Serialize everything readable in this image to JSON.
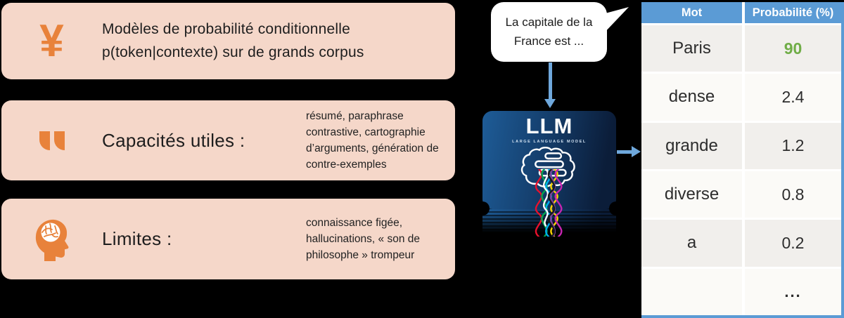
{
  "cards": [
    {
      "line1": "Modèles de probabilité conditionnelle",
      "line2": "p(token|contexte) sur de grands corpus",
      "icon": "yen-icon"
    },
    {
      "title": "Capacités utiles :",
      "detail": "résumé, paraphrase contrastive, cartographie d’arguments, génération de contre-exemples",
      "icon": "quote-icon"
    },
    {
      "title": "Limites :",
      "detail": "connaissance figée, hallucinations, « son de philosophe » trompeur",
      "icon": "brain-head-icon"
    }
  ],
  "bubble": {
    "line1": "La capitale de la",
    "line2": "France est ..."
  },
  "llm": {
    "title": "LLM",
    "subtitle": "LARGE LANGUAGE MODEL"
  },
  "table": {
    "headers": [
      "Mot",
      "Probabilité (%)"
    ],
    "rows": [
      [
        "Paris",
        "90"
      ],
      [
        "dense",
        "2.4"
      ],
      [
        "grande",
        "1.2"
      ],
      [
        "diverse",
        "0.8"
      ],
      [
        "a",
        "0.2"
      ],
      [
        "",
        "..."
      ]
    ],
    "highlighted_word": "Paris",
    "highlighted_value": "90"
  },
  "colors": {
    "card_pink": "#F5D7C9",
    "accent_orange": "#E8823B",
    "header_blue": "#5B9BD5",
    "arrow_blue": "#6FA8DC",
    "highlight_green": "#70AD47",
    "llm_blue_light": "#1E5C97",
    "llm_blue_dark": "#0B1D39"
  }
}
